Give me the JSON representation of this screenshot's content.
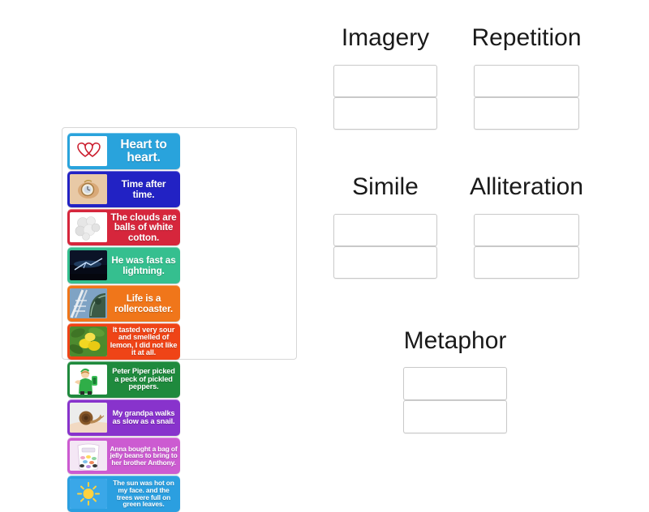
{
  "activity": {
    "type": "drag-and-drop-group-sort",
    "background_color": "#ffffff"
  },
  "card_tray": {
    "border_color": "#d7d7d7",
    "cards": [
      {
        "id": "card-heart-to-heart",
        "text": "Heart to heart.",
        "color": "#29a3dc",
        "text_size": "fs-big",
        "thumb_name": "two-hearts-outline-image",
        "thumb_alt": "Two interlocking red heart outlines on white"
      },
      {
        "id": "card-time-after-time",
        "text": "Time after time.",
        "color": "#2222c4",
        "text_size": "fs-mid",
        "thumb_name": "pocket-watch-image",
        "thumb_alt": "Gold pocket watch on tan background"
      },
      {
        "id": "card-clouds-cotton",
        "text": "The clouds are balls of white cotton.",
        "color": "#d6263c",
        "text_size": "fs-mid",
        "thumb_name": "cotton-balls-image",
        "thumb_alt": "Cluster of white cotton balls"
      },
      {
        "id": "card-fast-as-lightning",
        "text": "He was fast as lightning.",
        "color": "#35bf8f",
        "text_size": "fs-mid",
        "thumb_name": "lightning-night-sky-image",
        "thumb_alt": "Lightning bolt in a dark night sky"
      },
      {
        "id": "card-life-rollercoaster",
        "text": "Life is a rollercoaster.",
        "color": "#f0761a",
        "text_size": "fs-mid",
        "thumb_name": "rollercoaster-image",
        "thumb_alt": "Rollercoaster track against blue sky"
      },
      {
        "id": "card-sour-lemon",
        "text": "It tasted very sour and smelled of lemon, I did not like it at all.",
        "color": "#ef4417",
        "text_size": "fs-small",
        "thumb_name": "lemons-image",
        "thumb_alt": "Yellow lemons on a branch with green leaves"
      },
      {
        "id": "card-peter-piper",
        "text": "Peter Piper picked a peck of pickled peppers.",
        "color": "#1f8a3d",
        "text_size": "fs-small",
        "thumb_name": "peter-piper-cartoon-image",
        "thumb_alt": "Cartoon boy in green elf costume holding peppers"
      },
      {
        "id": "card-grandpa-snail",
        "text": "My grandpa walks as slow as a snail.",
        "color": "#8833cc",
        "text_size": "fs-small",
        "thumb_name": "snail-on-hand-image",
        "thumb_alt": "Brown snail crawling on a hand"
      },
      {
        "id": "card-anna-jelly-beans",
        "text": "Anna bought a bag of jelly beans to bring to her brother Anthony.",
        "color": "#cc5bd1",
        "text_size": "fs-tiny",
        "thumb_name": "jelly-beans-jar-image",
        "thumb_alt": "Jar of colourful jelly beans"
      },
      {
        "id": "card-sun-hot",
        "text": "The sun was hot on my face. and the trees were full on green leaves.",
        "color": "#2b9fe0",
        "text_size": "fs-tiny",
        "thumb_name": "sun-image",
        "thumb_alt": "Yellow sun with rays on blue background"
      }
    ]
  },
  "categories": [
    {
      "id": "imagery",
      "title": "Imagery",
      "slots": 2
    },
    {
      "id": "repetition",
      "title": "Repetition",
      "slots": 2
    },
    {
      "id": "simile",
      "title": "Simile",
      "slots": 2
    },
    {
      "id": "alliteration",
      "title": "Alliteration",
      "slots": 2
    },
    {
      "id": "metaphor",
      "title": "Metaphor",
      "slots": 2
    }
  ]
}
